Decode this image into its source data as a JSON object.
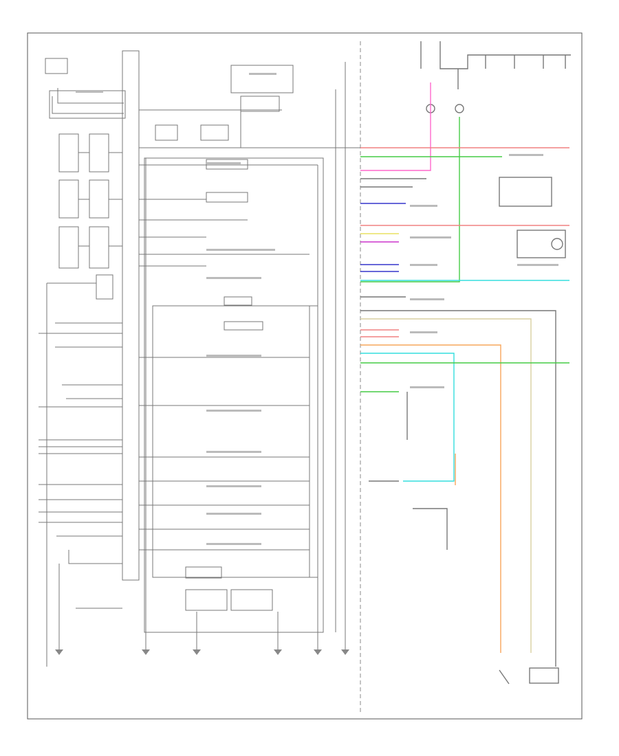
{
  "diagram": {
    "footer_left": "",
    "footer_page": "",
    "colors": {
      "frame": "#444444",
      "wire": "#6b6b6b",
      "pink": "#ff66cc",
      "red": "#f08080",
      "green": "#44cc44",
      "cyan": "#33dddd",
      "blue": "#3333cc",
      "orange": "#f7a55a",
      "yellow": "#e8e060",
      "tan": "#d8cfa0",
      "magenta": "#cc33cc"
    },
    "wire_colors": [
      "pink",
      "red",
      "green",
      "cyan",
      "blue",
      "orange",
      "yellow",
      "tan",
      "magenta",
      "wire"
    ]
  }
}
